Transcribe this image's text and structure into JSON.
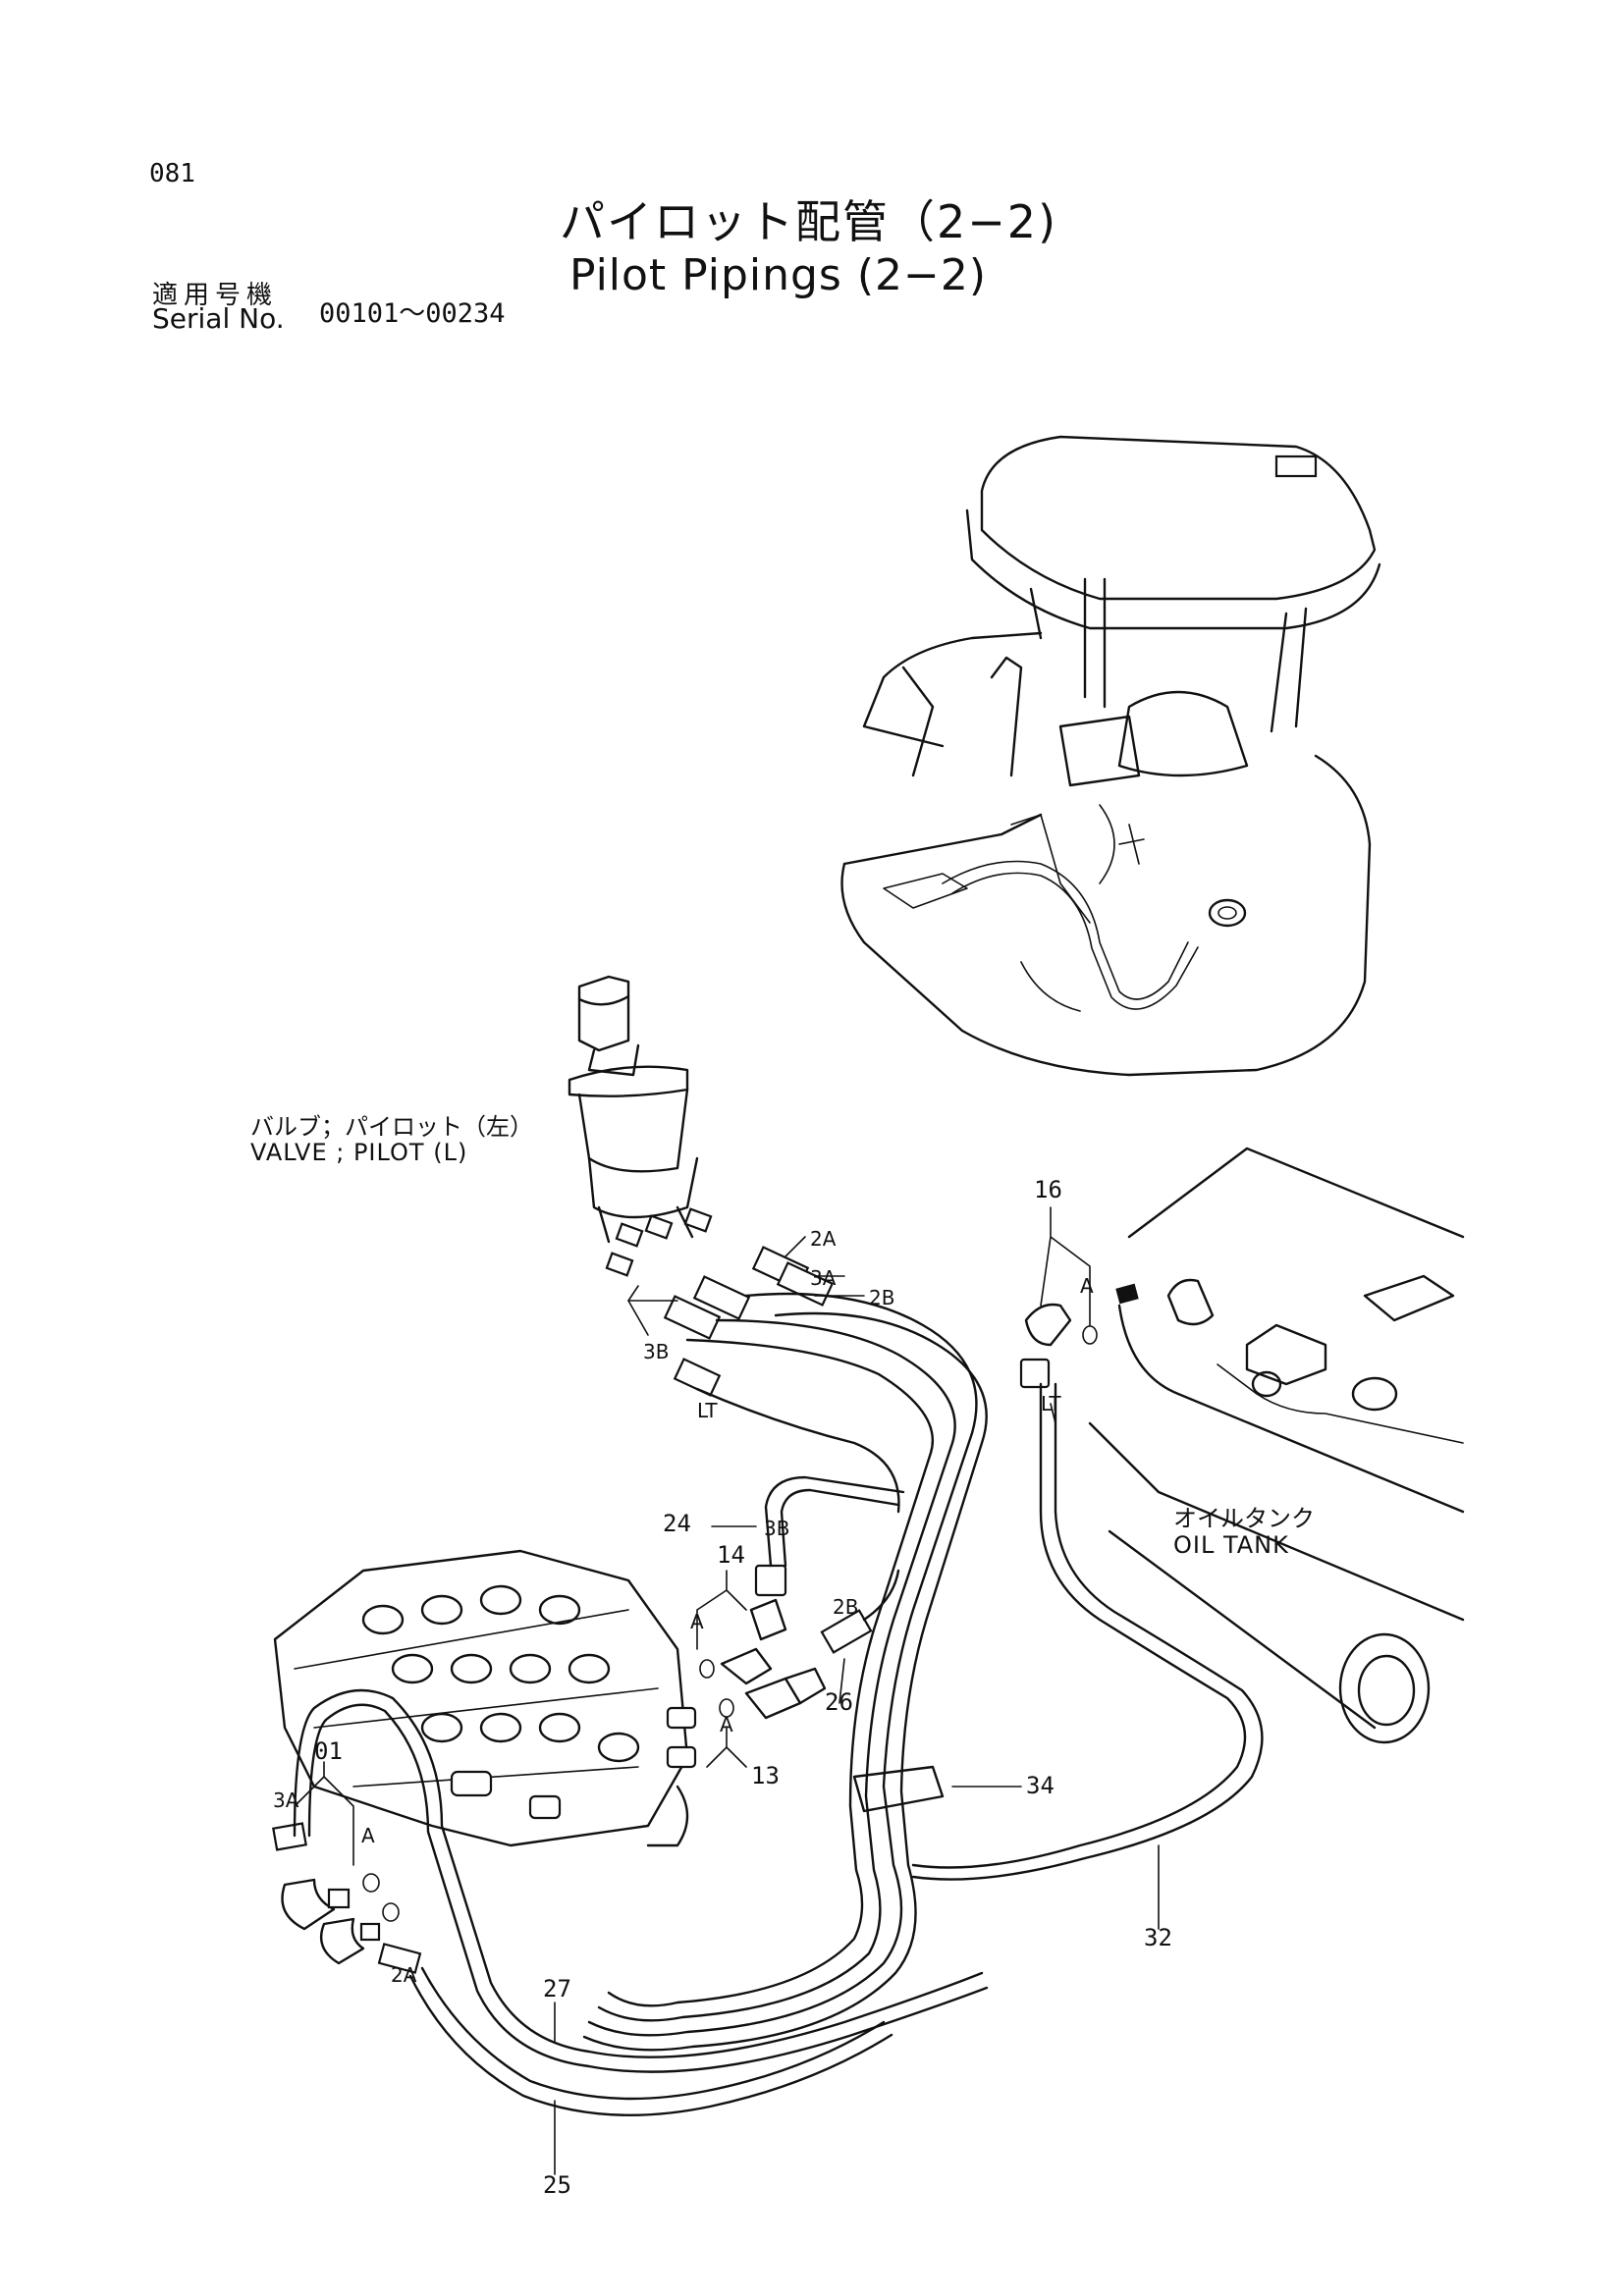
{
  "page_number": "081",
  "title": {
    "jp": "パイロット配管（2−2)",
    "en": "Pilot Pipings (2−2)"
  },
  "serial": {
    "label_jp": "適用号機",
    "label_en": "Serial No.",
    "range": "00101～00234"
  },
  "labels": {
    "valve_jp": "バルブ；パイロット（左）",
    "valve_en": "VALVE ; PILOT (L)",
    "tank_jp": "オイルタンク",
    "tank_en": "OIL  TANK"
  },
  "part_numbers": [
    "16",
    "24",
    "14",
    "13",
    "26",
    "34",
    "01",
    "32",
    "27",
    "25"
  ],
  "port_labels": [
    "2A",
    "3A",
    "2B",
    "3B",
    "LT",
    "A",
    "LT",
    "3B",
    "2B",
    "A",
    "A",
    "3A",
    "A",
    "2A"
  ]
}
